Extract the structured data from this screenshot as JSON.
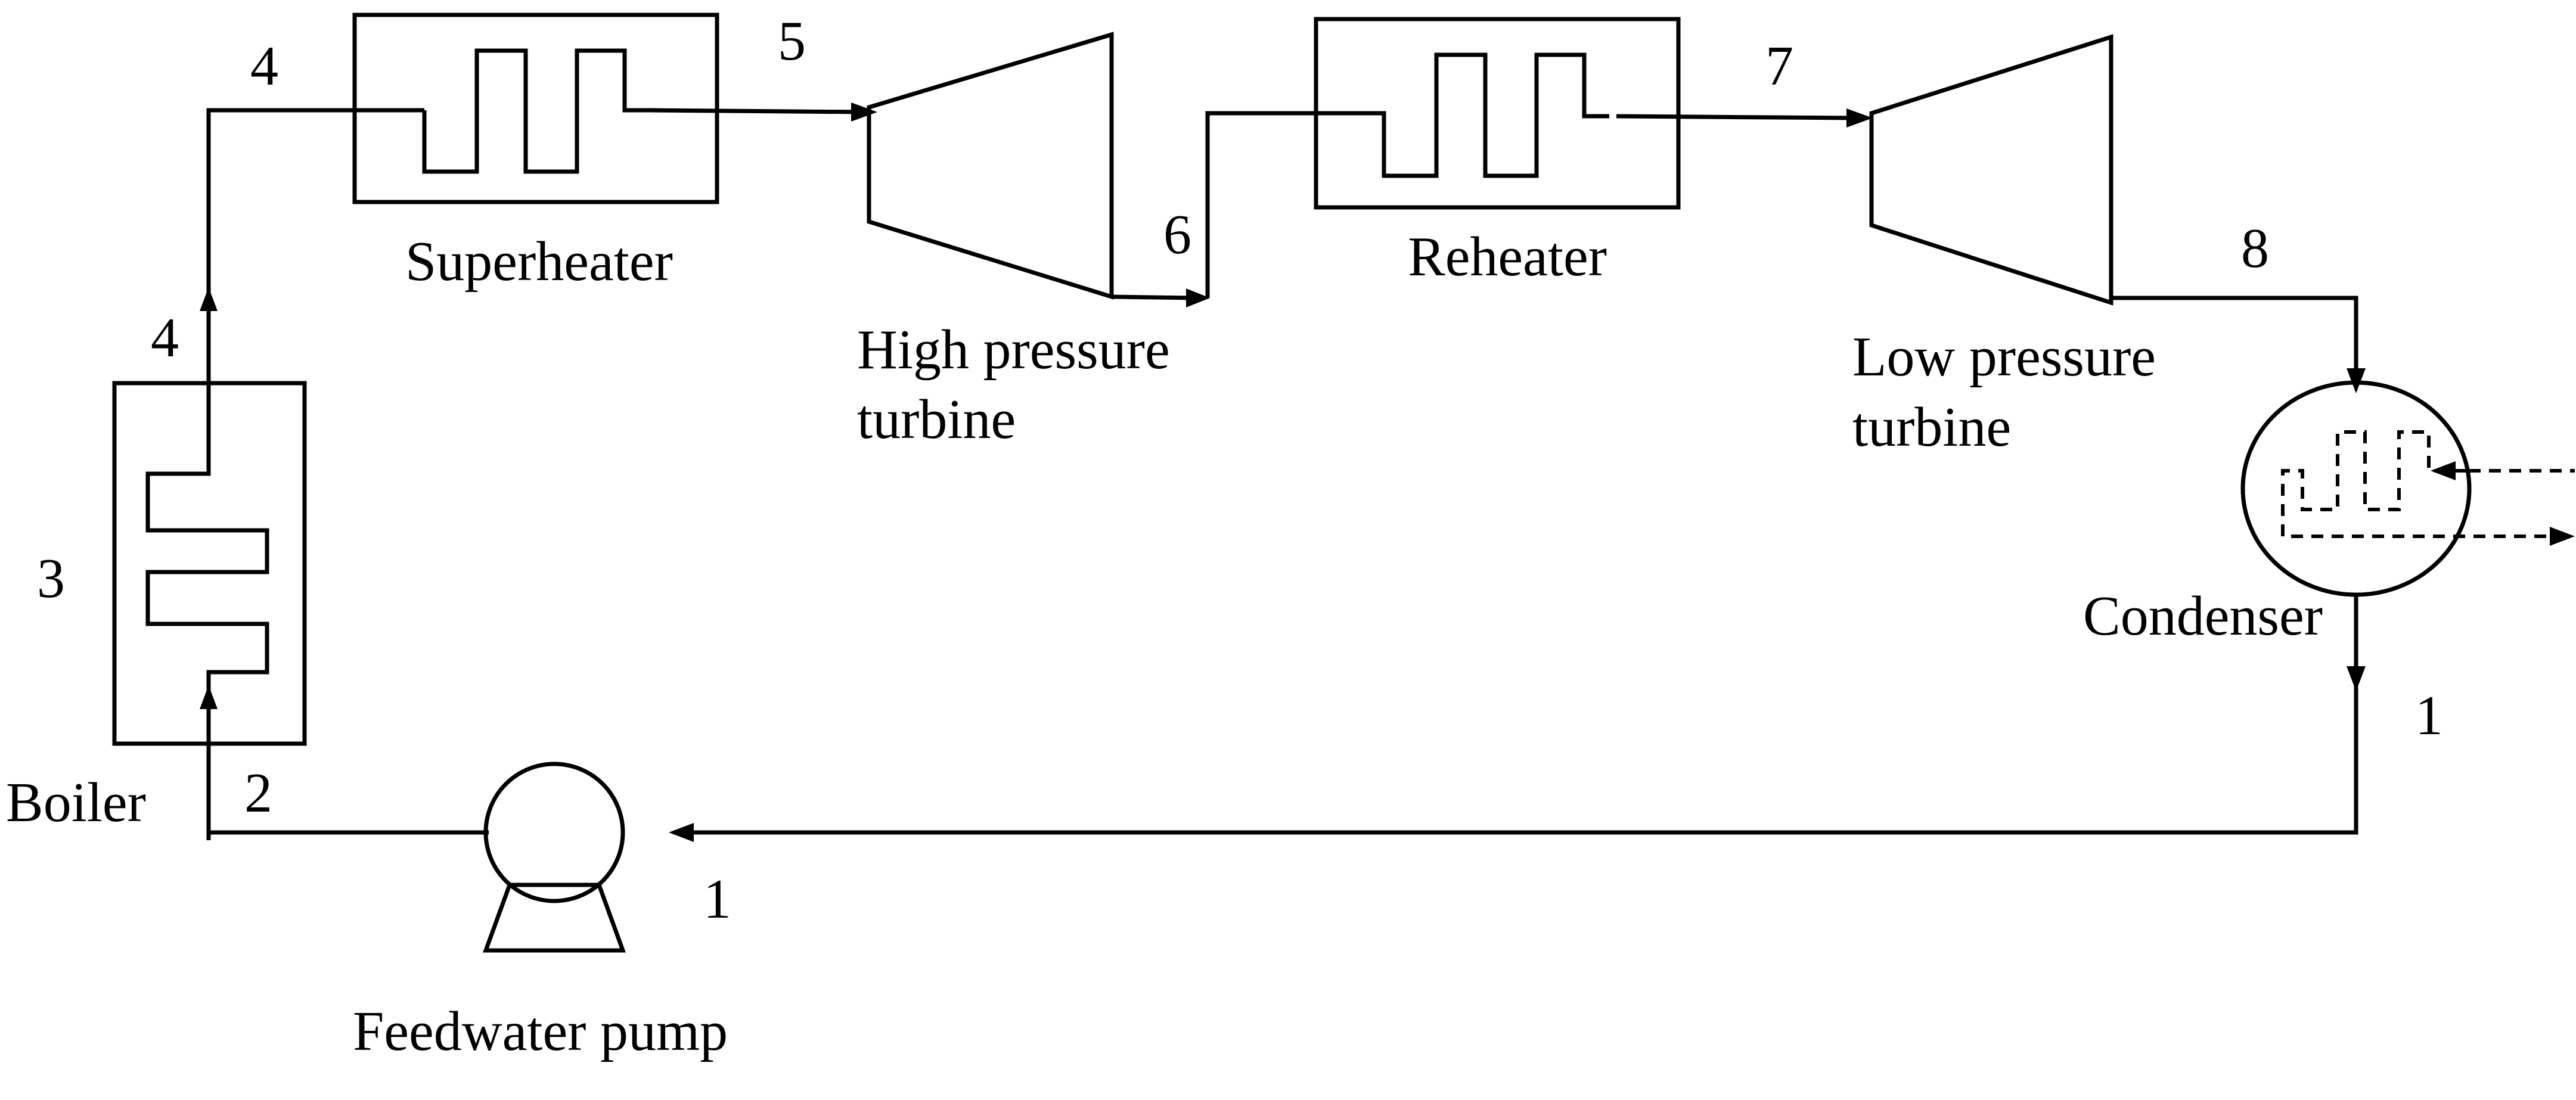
{
  "labels": {
    "superheater": "Superheater",
    "reheater": "Reheater",
    "hp_turbine_line1": "High pressure",
    "hp_turbine_line2": "turbine",
    "lp_turbine_line1": "Low pressure",
    "lp_turbine_line2": "turbine",
    "condenser": "Condenser",
    "boiler": "Boiler",
    "feedwater_pump": "Feedwater pump"
  },
  "state_points": {
    "boiler_top_upper": "4",
    "boiler_top_lower": "4",
    "boiler_side": "3",
    "boiler_inlet": "2",
    "superheater_outlet": "5",
    "hp_turbine_outlet": "6",
    "reheater_outlet": "7",
    "lp_turbine_outlet": "8",
    "condenser_outlet": "1",
    "pump_inlet": "1"
  },
  "colors": {
    "line": "#000000",
    "background": "#ffffff"
  }
}
